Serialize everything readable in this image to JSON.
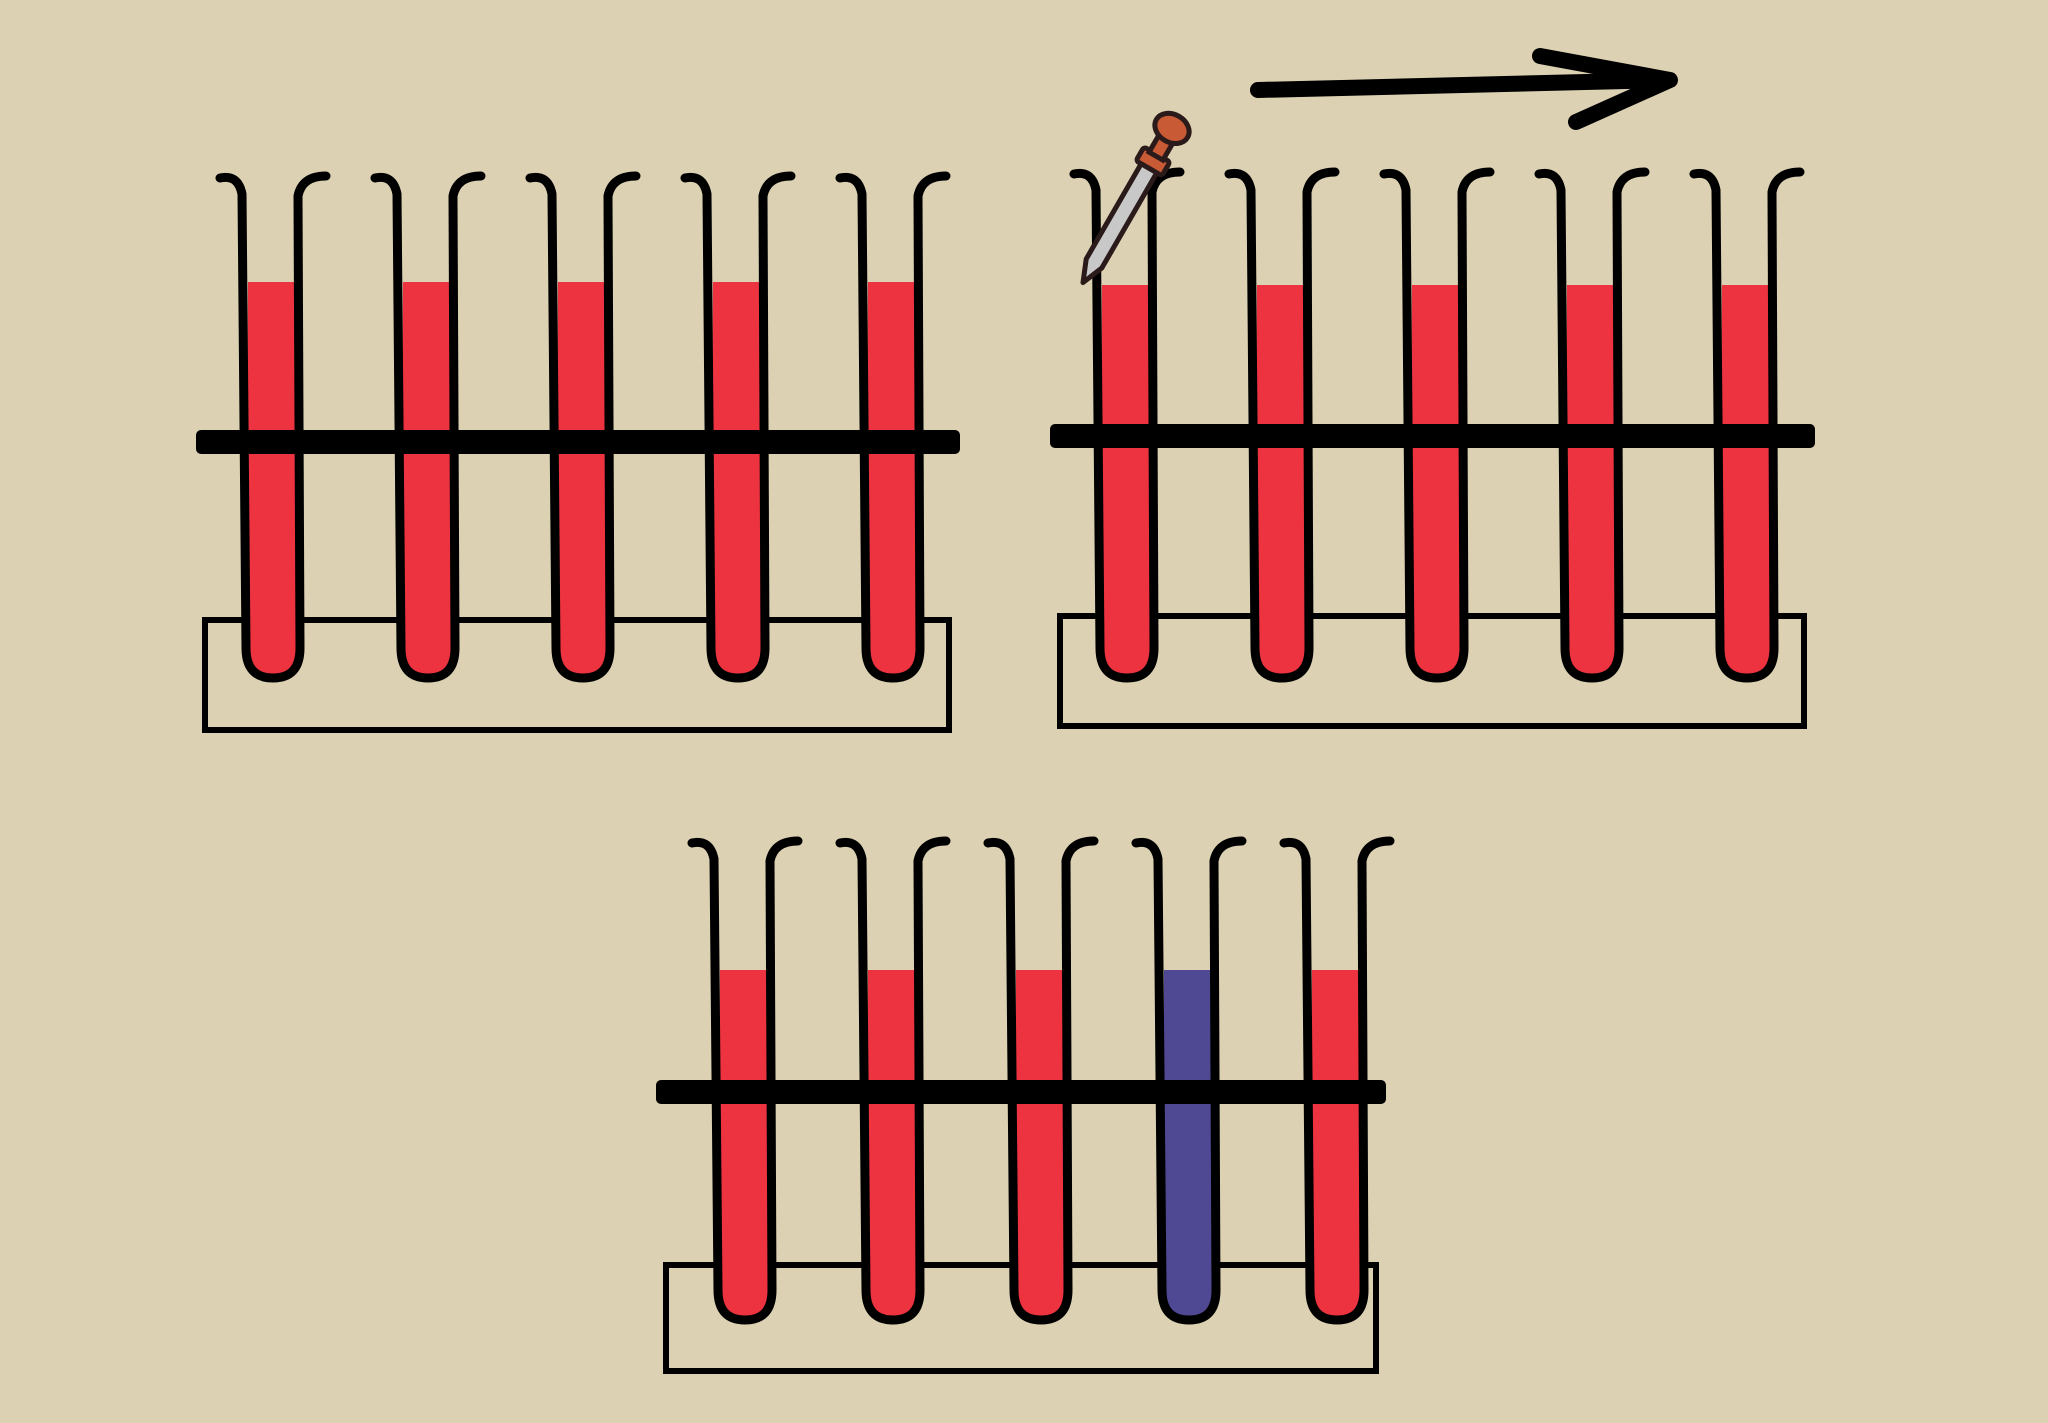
{
  "colors": {
    "background": "#dcd1b2",
    "red_liquid": "#ee3340",
    "blue_liquid": "#4f4993",
    "outline": "#000000",
    "dropper_bulb": "#c85a35",
    "dropper_glass": "#c8c8c8"
  },
  "racks": [
    {
      "name": "rack-top-left",
      "tubes": [
        {
          "liquid": "red"
        },
        {
          "liquid": "red"
        },
        {
          "liquid": "red"
        },
        {
          "liquid": "red"
        },
        {
          "liquid": "red"
        }
      ]
    },
    {
      "name": "rack-top-right",
      "tubes": [
        {
          "liquid": "red"
        },
        {
          "liquid": "red"
        },
        {
          "liquid": "red"
        },
        {
          "liquid": "red"
        },
        {
          "liquid": "red"
        }
      ]
    },
    {
      "name": "rack-bottom",
      "tubes": [
        {
          "liquid": "red"
        },
        {
          "liquid": "red"
        },
        {
          "liquid": "red"
        },
        {
          "liquid": "blue"
        },
        {
          "liquid": "red"
        }
      ]
    }
  ],
  "icons": {
    "dropper": "dropper-icon",
    "arrow": "arrow-right-icon"
  }
}
